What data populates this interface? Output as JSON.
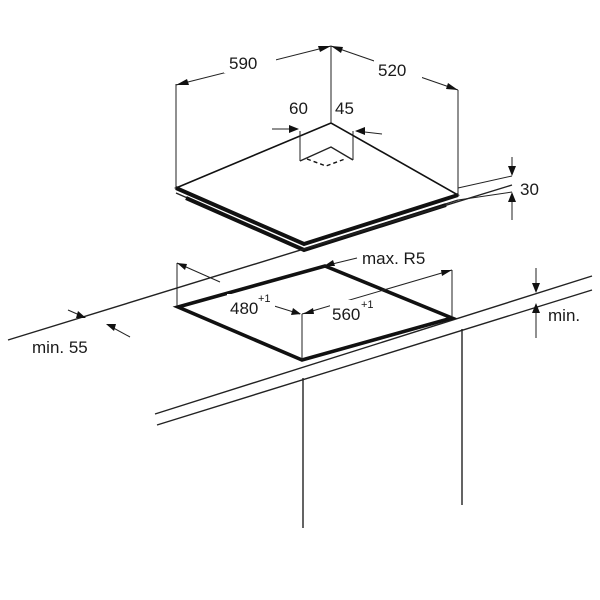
{
  "diagram": {
    "dimensions": {
      "width": "590",
      "depth": "520",
      "offset_left": "60",
      "offset_right": "45",
      "hob_height": "30",
      "cutout_depth": "480",
      "cutout_depth_tol": "+1",
      "cutout_width": "560",
      "cutout_width_tol": "+1",
      "corner_radius": "max. R5",
      "edge_distance": "min. 55",
      "clearance": "min."
    }
  }
}
